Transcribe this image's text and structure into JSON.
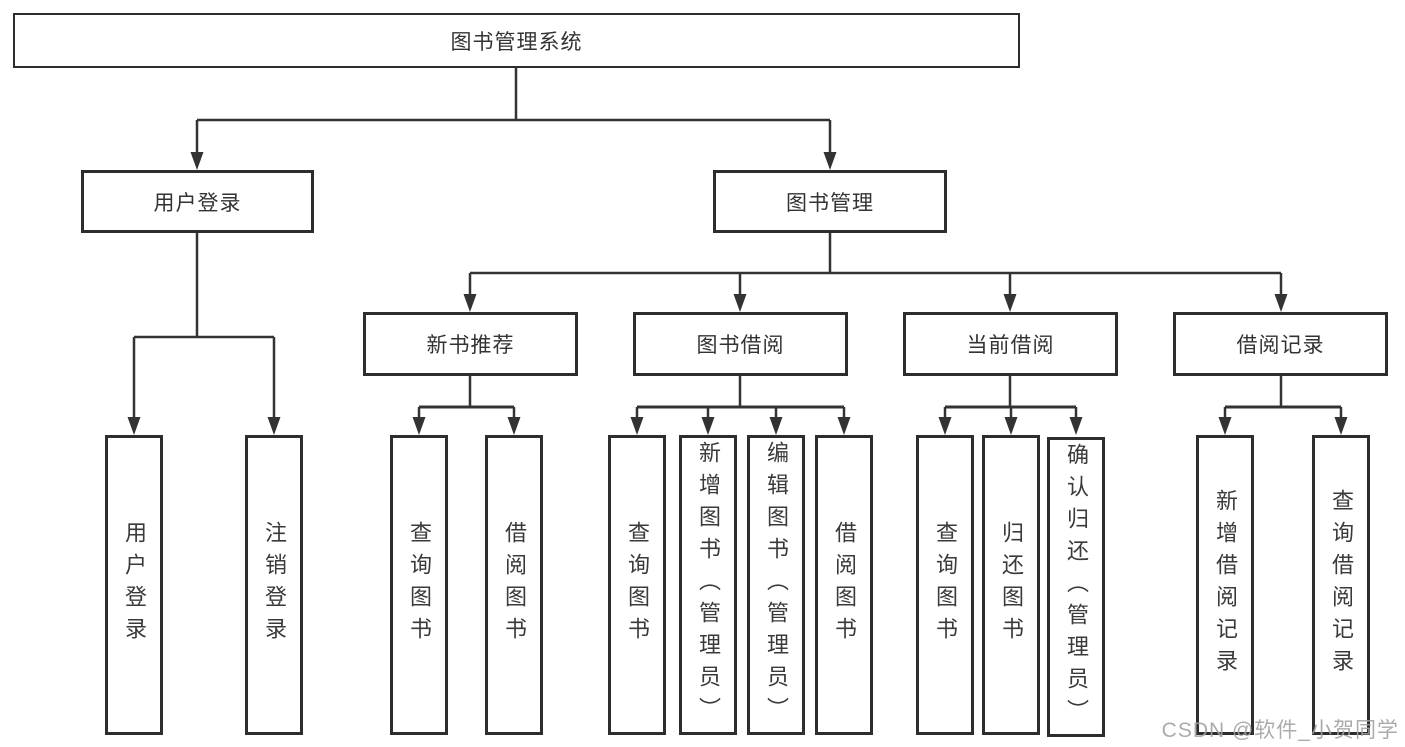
{
  "diagram": {
    "root": {
      "label": "图书管理系统"
    },
    "level1": [
      {
        "label": "用户登录"
      },
      {
        "label": "图书管理"
      }
    ],
    "level2": [
      {
        "label": "新书推荐"
      },
      {
        "label": "图书借阅"
      },
      {
        "label": "当前借阅"
      },
      {
        "label": "借阅记录"
      }
    ],
    "leaves": {
      "user_login": [
        "用户登录",
        "注销登录"
      ],
      "new_book": [
        "查询图书",
        "借阅图书"
      ],
      "book_borrow": [
        "查询图书",
        "新增图书（管理员）",
        "编辑图书（管理员）",
        "借阅图书"
      ],
      "current_borrow": [
        "查询图书",
        "归还图书",
        "确认归还（管理员）"
      ],
      "borrow_record": [
        "新增借阅记录",
        "查询借阅记录"
      ]
    }
  },
  "watermark": "CSDN @软件_小贺同学",
  "colors": {
    "line": "#333333",
    "box_border": "#2d2d2d",
    "box_fill": "#ffffff",
    "text": "#333333",
    "watermark": "#a2a2a2"
  }
}
